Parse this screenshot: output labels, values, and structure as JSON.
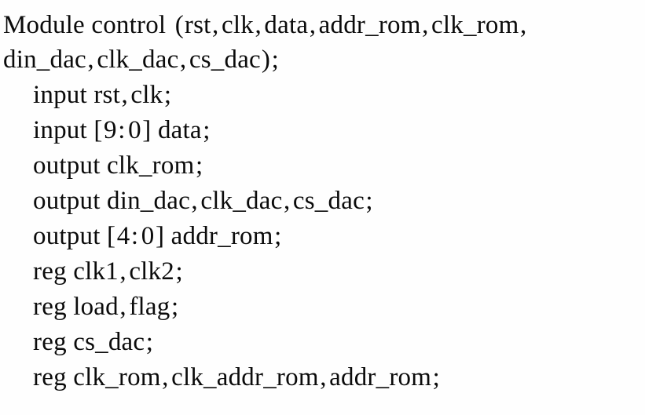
{
  "document": {
    "type": "code-listing",
    "language": "Verilog HDL",
    "background_color": "#fefefe",
    "text_color": "#0b0b0b",
    "lines": [
      {
        "indent": 0,
        "text": "Module control (rst,clk,data,addr_rom,clk_rom,"
      },
      {
        "indent": 0,
        "text": "din_dac,clk_dac,cs_dac);"
      },
      {
        "indent": 1,
        "text": "input rst,clk;"
      },
      {
        "indent": 1,
        "text": "input [9:0] data;"
      },
      {
        "indent": 1,
        "text": "output clk_rom;"
      },
      {
        "indent": 1,
        "text": "output din_dac,clk_dac,cs_dac;"
      },
      {
        "indent": 1,
        "text": "output [4:0] addr_rom;"
      },
      {
        "indent": 1,
        "text": "reg clk1,clk2;"
      },
      {
        "indent": 1,
        "text": "reg load,flag;"
      },
      {
        "indent": 1,
        "text": "reg cs_dac;"
      },
      {
        "indent": 1,
        "text": "reg clk_rom,clk_addr_rom,addr_rom;"
      }
    ]
  }
}
